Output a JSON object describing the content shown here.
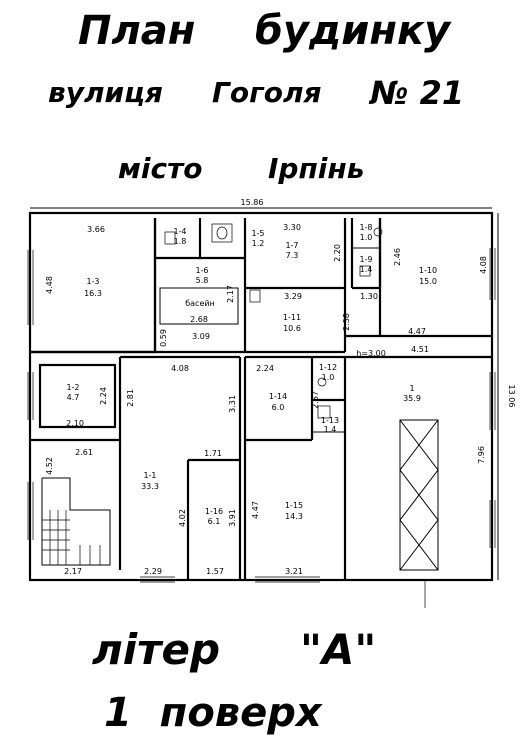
{
  "header": {
    "line1_a": "План",
    "line1_b": "будинку",
    "line2_a": "вулиця",
    "line2_b": "Гоголя",
    "line2_c": "№ 21",
    "line3_a": "місто",
    "line3_b": "Ірпінь"
  },
  "footer": {
    "liter": "літер",
    "liter_value": "\"А\"",
    "floor": "1  поверх"
  },
  "plan": {
    "overall_width": "15.86",
    "overall_depth": "13.06",
    "ceiling_height": "h=3.00",
    "pool_label": "басейн",
    "rooms": [
      {
        "no": "1-1",
        "area": "33.3"
      },
      {
        "no": "1-2",
        "area": "4.7"
      },
      {
        "no": "1-3",
        "area": "16.3"
      },
      {
        "no": "1-4",
        "area": "1.8"
      },
      {
        "no": "1-5",
        "area": "1.2"
      },
      {
        "no": "1-6",
        "area": "5.8"
      },
      {
        "no": "1-7",
        "area": "7.3"
      },
      {
        "no": "1-8",
        "area": "1.0"
      },
      {
        "no": "1-9",
        "area": "1.4"
      },
      {
        "no": "1-10",
        "area": "15.0"
      },
      {
        "no": "1-11",
        "area": "10.6"
      },
      {
        "no": "1-12",
        "area": "1.0"
      },
      {
        "no": "1-13",
        "area": "1.4"
      },
      {
        "no": "1-14",
        "area": "6.0"
      },
      {
        "no": "1-15",
        "area": "14.3"
      },
      {
        "no": "1-16",
        "area": "6.1"
      },
      {
        "no": "1",
        "area": "35.9"
      }
    ],
    "dims": [
      "3.66",
      "4.48",
      "3.30",
      "2.20",
      "2.46",
      "4.08",
      "2.17",
      "3.29",
      "1.30",
      "2.68",
      "0.59",
      "3.09",
      "2.38",
      "4.47",
      "4.51",
      "4.08",
      "2.24",
      "2.67",
      "3.31",
      "2.81",
      "2.24",
      "2.10",
      "4.52",
      "2.61",
      "1.71",
      "4.02",
      "3.91",
      "4.47",
      "7.96",
      "2.17",
      "2.29",
      "1.57",
      "3.21"
    ]
  }
}
